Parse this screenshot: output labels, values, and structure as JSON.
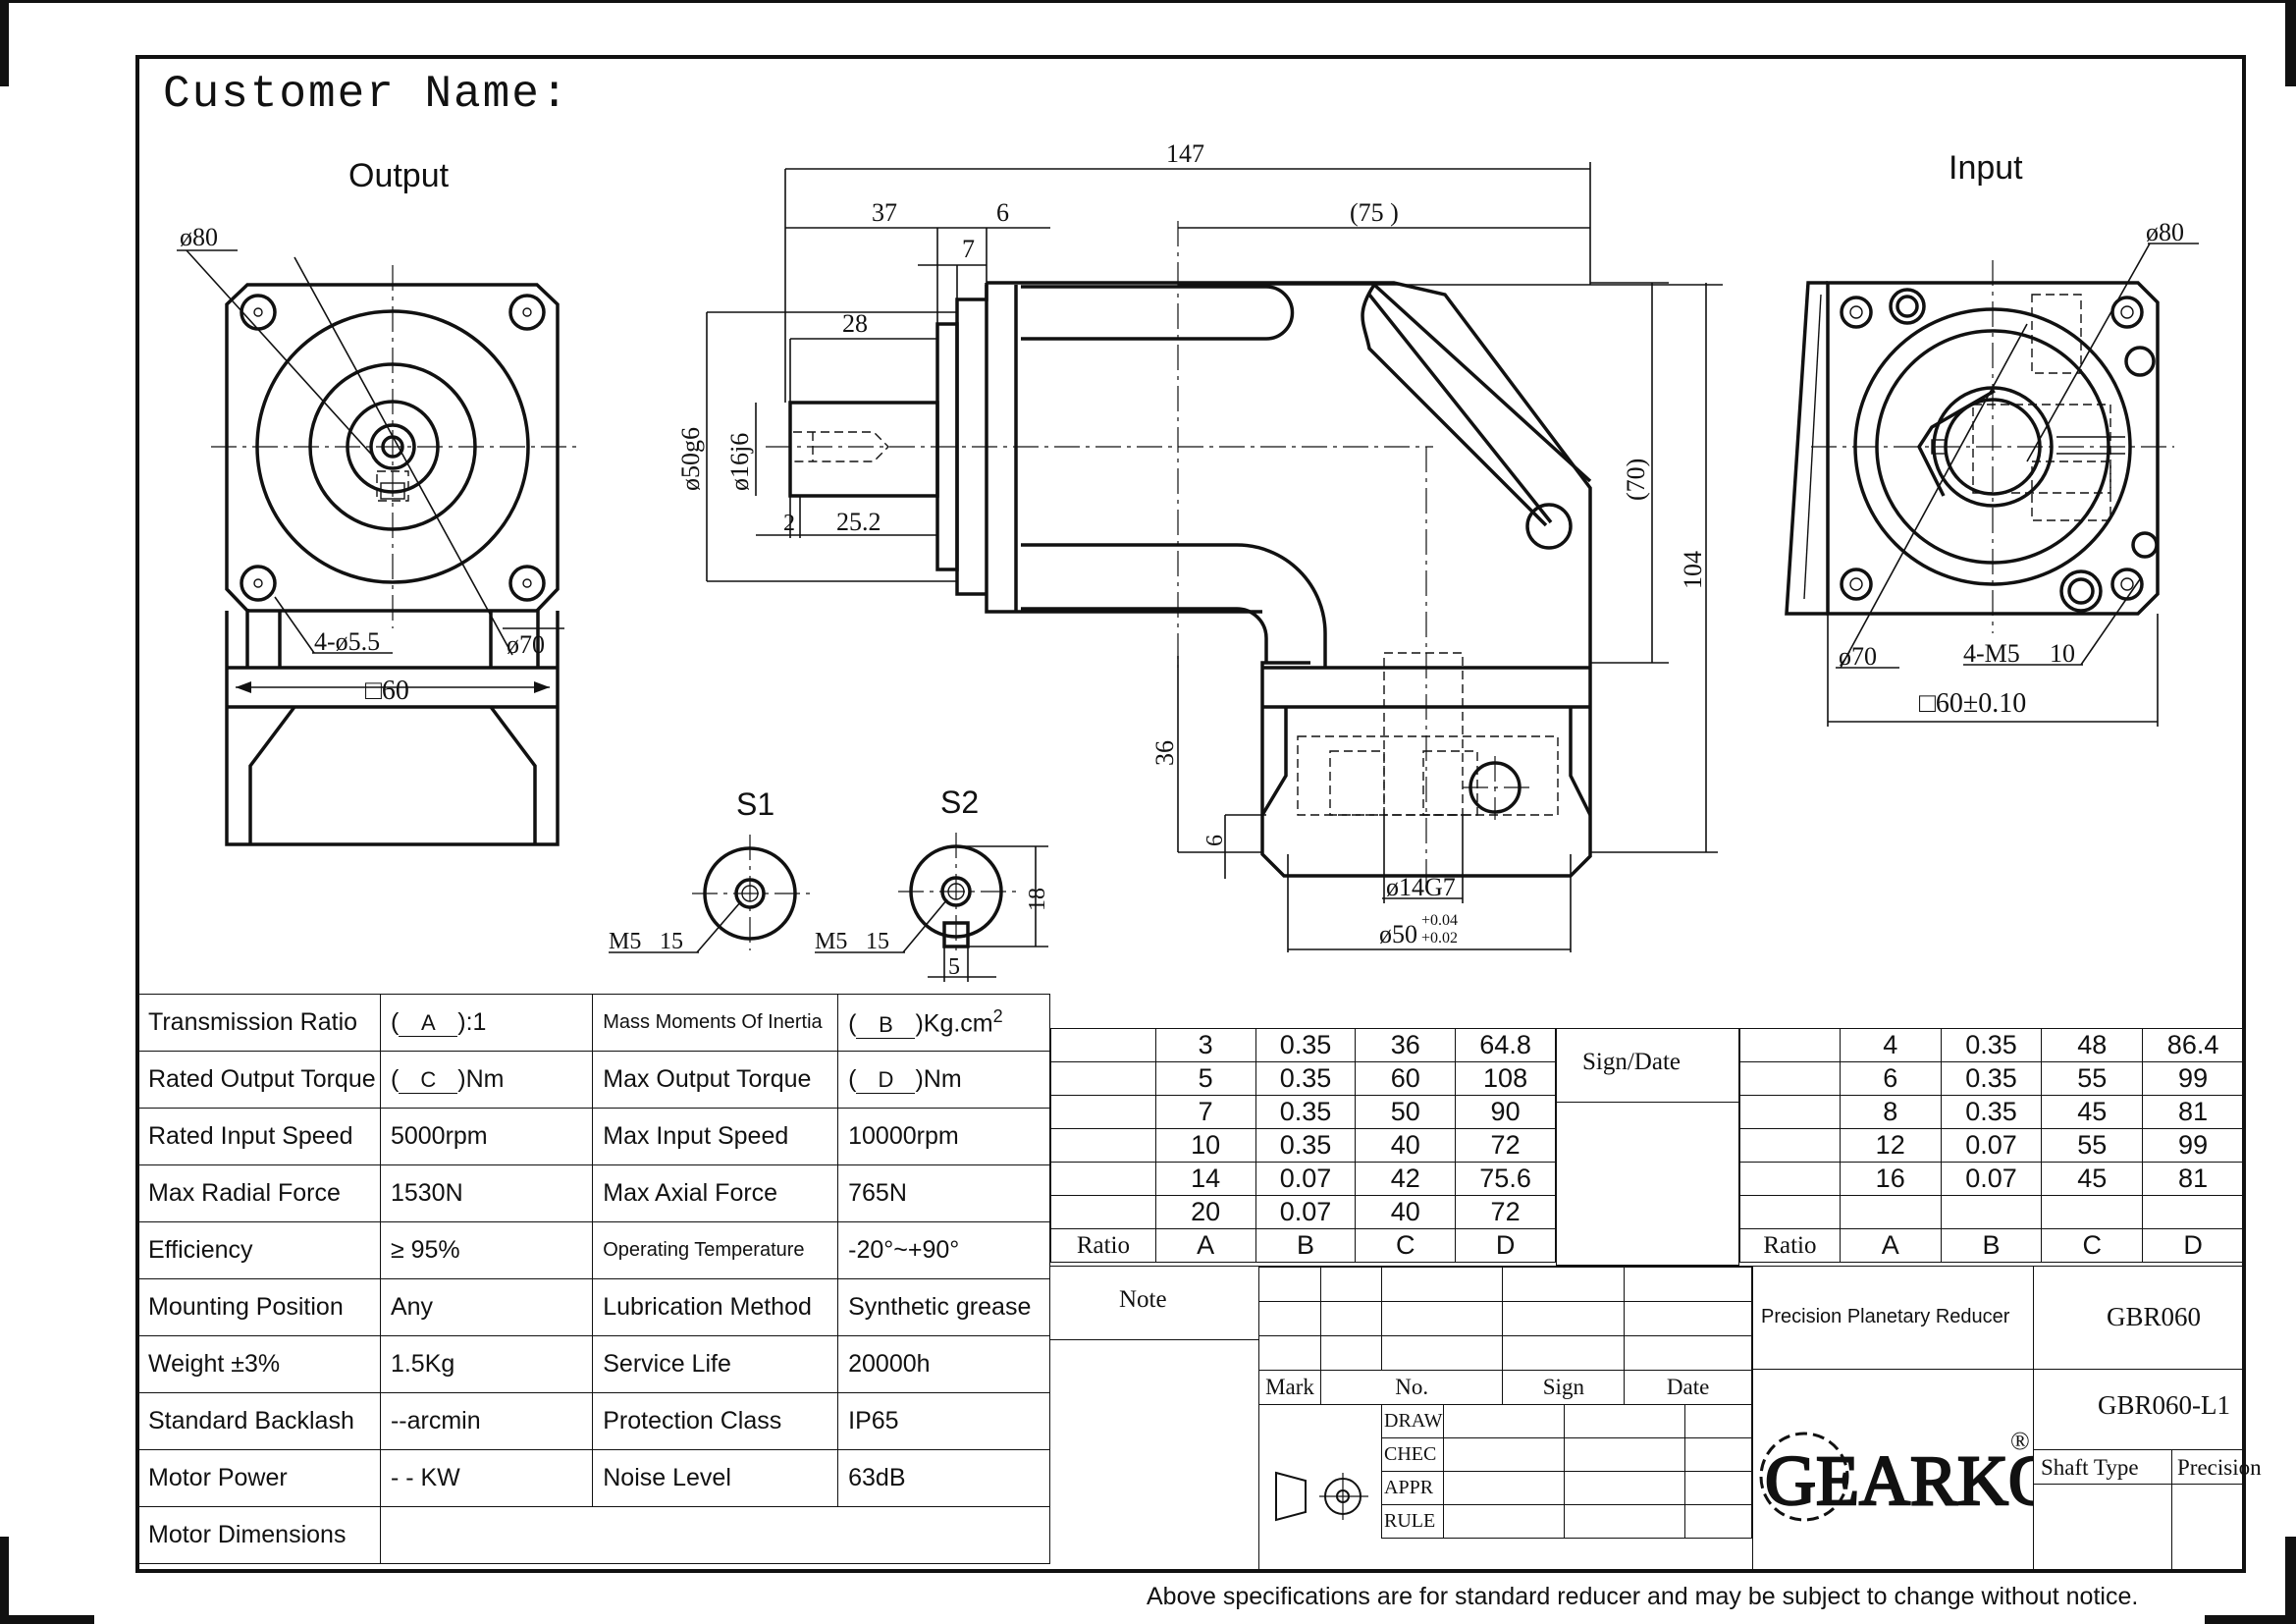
{
  "sheet": {
    "customer_label": "Customer Name:",
    "footer_note": "Above specifications are for standard reducer and may be subject to change without notice."
  },
  "views": {
    "output_title": "Output",
    "input_title": "Input",
    "s1_title": "S1",
    "s2_title": "S2"
  },
  "dimensions": {
    "output": {
      "bolt_circle": "ø80",
      "holes": "4-ø5.5",
      "pilot": "ø70",
      "square": "□60"
    },
    "side": {
      "overall": "147",
      "d37": "37",
      "d6": "6",
      "d7": "7",
      "d75": "(75 )",
      "d28": "28",
      "d2": "2",
      "d25": "25.2",
      "phi50g6": "ø50g6",
      "phi16j6": "ø16j6",
      "d70": "(70)",
      "d104": "104",
      "d36": "36",
      "d6b": "6",
      "phi14": "ø14G7",
      "phi50": "ø50",
      "tol_up": "+0.04",
      "tol_dn": "+0.02"
    },
    "input": {
      "bolt_circle": "ø80",
      "pilot": "ø70",
      "threads": "4-M5",
      "thread_depth": "10",
      "square": "□60±0.10"
    },
    "s1": {
      "thread": "M5",
      "depth": "15"
    },
    "s2": {
      "thread": "M5",
      "depth": "15",
      "height": "18",
      "key": "5"
    }
  },
  "specs": [
    {
      "l1": "Transmission Ratio",
      "v1_pre": "(",
      "v1_box": "A",
      "v1_post": "):1",
      "l2": "Mass Moments Of Inertia",
      "l2_small": true,
      "v2_pre": "(",
      "v2_box": "B",
      "v2_post": ")Kg.cm",
      "v2_sup": "2"
    },
    {
      "l1": "Rated Output Torque",
      "v1_pre": "(",
      "v1_box": "C",
      "v1_post": ")Nm",
      "l2": "Max Output Torque",
      "v2_pre": "(",
      "v2_box": "D",
      "v2_post": ")Nm"
    },
    {
      "l1": "Rated Input Speed",
      "v1": "5000rpm",
      "l2": "Max Input Speed",
      "v2": "10000rpm"
    },
    {
      "l1": "Max Radial Force",
      "v1": "1530N",
      "l2": "Max Axial  Force",
      "v2": "765N"
    },
    {
      "l1": "Efficiency",
      "v1": "≥ 95%",
      "l2": "Operating Temperature",
      "l2_small": true,
      "v2": "-20°~+90°"
    },
    {
      "l1": "Mounting Position",
      "v1": "Any",
      "l2": "Lubrication Method",
      "v2": "Synthetic grease"
    },
    {
      "l1": "Weight ±3%",
      "v1": "1.5Kg",
      "l2": "Service Life",
      "v2": "20000h"
    },
    {
      "l1": "Standard Backlash",
      "v1": "--arcmin",
      "l2": "Protection Class",
      "v2": "IP65"
    },
    {
      "l1": "Motor Power",
      "v1": "- - KW",
      "l2": "Noise Level",
      "v2": "63dB"
    },
    {
      "l1": "Motor Dimensions",
      "v1": ""
    }
  ],
  "ratio_table_left": {
    "rows": [
      [
        "3",
        "0.35",
        "36",
        "64.8"
      ],
      [
        "5",
        "0.35",
        "60",
        "108"
      ],
      [
        "7",
        "0.35",
        "50",
        "90"
      ],
      [
        "10",
        "0.35",
        "40",
        "72"
      ],
      [
        "14",
        "0.07",
        "42",
        "75.6"
      ],
      [
        "20",
        "0.07",
        "40",
        "72"
      ]
    ],
    "header": [
      "Ratio",
      "A",
      "B",
      "C",
      "D"
    ]
  },
  "ratio_table_right": {
    "rows": [
      [
        "4",
        "0.35",
        "48",
        "86.4"
      ],
      [
        "6",
        "0.35",
        "55",
        "99"
      ],
      [
        "8",
        "0.35",
        "45",
        "81"
      ],
      [
        "12",
        "0.07",
        "55",
        "99"
      ],
      [
        "16",
        "0.07",
        "45",
        "81"
      ],
      [
        "",
        "",
        "",
        ""
      ]
    ],
    "header": [
      "Ratio",
      "A",
      "B",
      "C",
      "D"
    ]
  },
  "title_block": {
    "sign_date": "Sign/Date",
    "note": "Note",
    "mark": "Mark",
    "no": "No.",
    "sign": "Sign",
    "date": "Date",
    "roles": [
      "DRAW",
      "CHEC",
      "APPR",
      "RULE"
    ],
    "product": "Precision Planetary Reducer",
    "model": "GBR060",
    "model_variant": "GBR060-L1",
    "shaft_type": "Shaft Type",
    "precision": "Precision",
    "brand": "GEARKO",
    "registered": "®"
  }
}
